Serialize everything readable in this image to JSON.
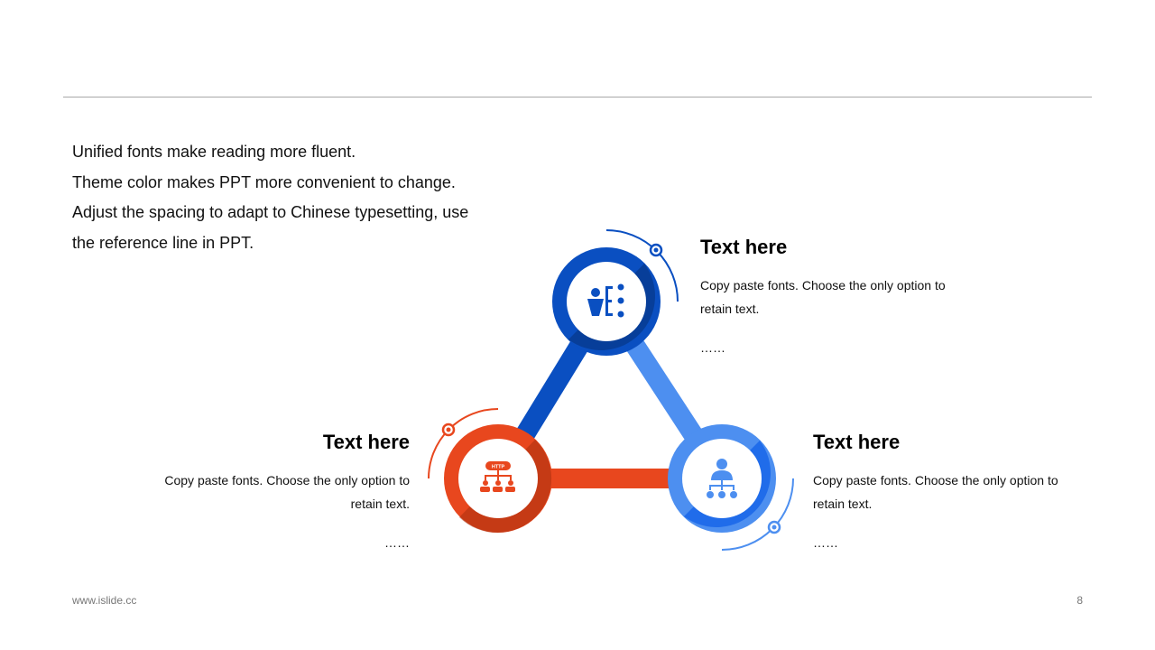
{
  "intro": {
    "lines": [
      "Unified fonts make reading more fluent.",
      "Theme color makes PPT more convenient to change.",
      "Adjust the spacing to adapt to Chinese typesetting, use the reference line in PPT."
    ]
  },
  "nodes": {
    "top": {
      "title": "Text here",
      "body": "Copy paste fonts. Choose the only option to retain text.",
      "more": "……",
      "icon": "visa-person-icon",
      "color": "#0a4fc1"
    },
    "left": {
      "title": "Text here",
      "body": "Copy paste fonts. Choose the only option to retain text.",
      "more": "……",
      "icon": "http-network-icon",
      "icon_label": "HTTP",
      "color": "#e8471e"
    },
    "right": {
      "title": "Text here",
      "body": "Copy paste fonts. Choose the only option to retain text.",
      "more": "……",
      "icon": "org-hierarchy-icon",
      "color": "#4d8ff0"
    }
  },
  "footer": {
    "website": "www.islide.cc",
    "page_number": "8"
  }
}
